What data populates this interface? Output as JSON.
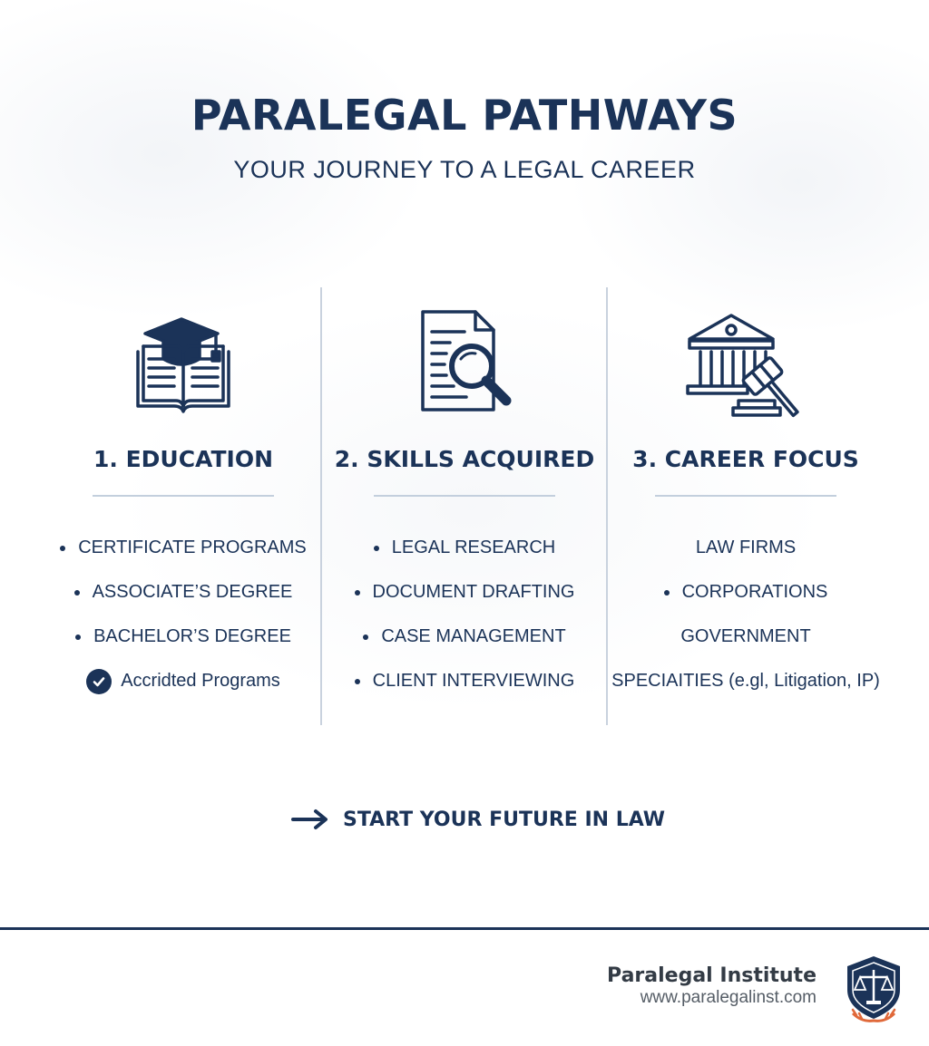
{
  "header": {
    "title": "PARALEGAL PATHWAYS",
    "subtitle": "YOUR JOURNEY TO A LEGAL CAREER"
  },
  "columns": [
    {
      "heading": "1. EDUCATION",
      "icon": "graduation-book-icon",
      "items": [
        {
          "text": "CERTIFICATE PROGRAMS",
          "marker": "bullet"
        },
        {
          "text": "ASSOCIATE’S DEGREE",
          "marker": "bullet"
        },
        {
          "text": "BACHELOR’S DEGREE",
          "marker": "bullet"
        },
        {
          "text": "Accridted Programs",
          "marker": "check"
        }
      ]
    },
    {
      "heading": "2. SKILLS ACQUIRED",
      "icon": "document-search-icon",
      "items": [
        {
          "text": "LEGAL RESEARCH",
          "marker": "bullet"
        },
        {
          "text": "DOCUMENT DRAFTING",
          "marker": "bullet"
        },
        {
          "text": "CASE MANAGEMENT",
          "marker": "bullet"
        },
        {
          "text": "CLIENT INTERVIEWING",
          "marker": "bullet"
        }
      ]
    },
    {
      "heading": "3. CAREER FOCUS",
      "icon": "courthouse-gavel-icon",
      "items": [
        {
          "text": "LAW FIRMS",
          "marker": "none"
        },
        {
          "text": "CORPORATIONS",
          "marker": "bullet"
        },
        {
          "text": "GOVERNMENT",
          "marker": "none"
        },
        {
          "text": "SPECIAITIES (e.gl, Litigation, IP)",
          "marker": "none"
        }
      ]
    }
  ],
  "cta": {
    "label": "START YOUR FUTURE IN LAW",
    "icon": "arrow-right-icon"
  },
  "footer": {
    "name": "Paralegal Institute",
    "url": "www.paralegalinst.com",
    "logo_icon": "scales-shield-logo"
  },
  "colors": {
    "navy": "#1b3358",
    "divider": "#c9d2de",
    "logo_orange": "#e0693a"
  }
}
